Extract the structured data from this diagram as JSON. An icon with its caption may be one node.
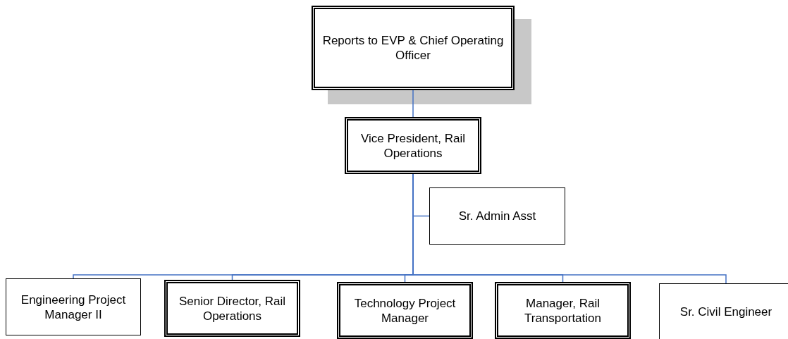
{
  "diagram": {
    "nodes": [
      {
        "text": [
          "Reports to EVP & Chief Operating Officer"
        ]
      },
      {
        "text": [
          "Vice President, Rail Operations"
        ]
      },
      {
        "text": [
          "Sr. Admin Asst"
        ]
      },
      {
        "text": [
          "Engineering Project Manager II"
        ]
      },
      {
        "text": [
          "Senior Director, Rail Operations"
        ]
      },
      {
        "text": [
          "Technology Project Manager"
        ]
      },
      {
        "text": [
          "Manager, Rail Transportation"
        ]
      },
      {
        "text": [
          "Sr. Civil Engineer"
        ]
      }
    ],
    "edges": [
      {
        "from": 0,
        "to": 1,
        "arrow": "none"
      },
      {
        "from": 1,
        "to": 2,
        "arrow": "none"
      },
      {
        "from": 1,
        "to": 3,
        "arrow": "none"
      },
      {
        "from": 1,
        "to": 4,
        "arrow": "none"
      },
      {
        "from": 1,
        "to": 5,
        "arrow": "none"
      },
      {
        "from": 1,
        "to": 6,
        "arrow": "none"
      },
      {
        "from": 1,
        "to": 7,
        "arrow": "none"
      }
    ]
  }
}
